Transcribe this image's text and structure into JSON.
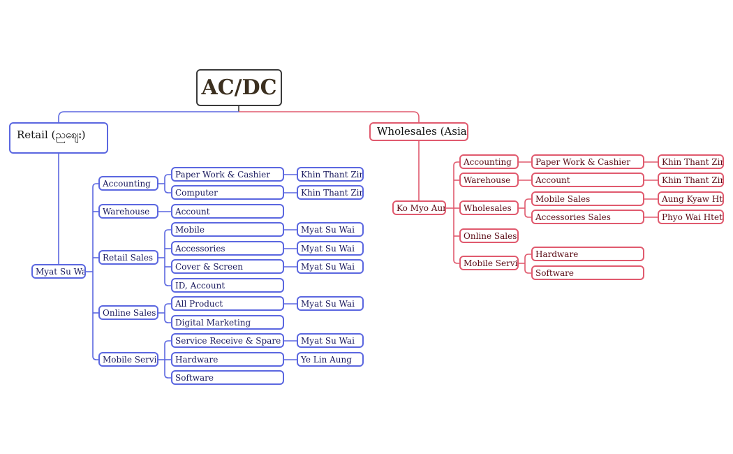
{
  "title": "AC/DC",
  "retail": {
    "label": "Retail (ညစျေး)",
    "manager": "Myat Su Wai",
    "departments": [
      {
        "name": "Accounting",
        "items": [
          {
            "task": "Paper Work & Cashier",
            "person": "Khin Thant Zin"
          },
          {
            "task": "Computer",
            "person": "Khin Thant Zin"
          }
        ]
      },
      {
        "name": "Warehouse",
        "items": [
          {
            "task": "Account",
            "person": ""
          }
        ]
      },
      {
        "name": "Retail Sales",
        "items": [
          {
            "task": "Mobile",
            "person": "Myat Su Wai"
          },
          {
            "task": "Accessories",
            "person": "Myat Su Wai"
          },
          {
            "task": "Cover & Screen",
            "person": "Myat Su Wai"
          },
          {
            "task": "ID, Account",
            "person": ""
          }
        ]
      },
      {
        "name": "Online Sales",
        "items": [
          {
            "task": "All Product",
            "person": "Myat Su Wai"
          },
          {
            "task": "Digital Marketing",
            "person": ""
          }
        ]
      },
      {
        "name": "Mobile Service",
        "items": [
          {
            "task": "Service Receive & Spare Parts",
            "person": "Myat Su Wai"
          },
          {
            "task": "Hardware",
            "person": "Ye Lin Aung"
          },
          {
            "task": "Software",
            "person": ""
          }
        ]
      }
    ]
  },
  "wholesales": {
    "label": "Wholesales (Asia)",
    "manager": "Ko Myo Aung",
    "departments": [
      {
        "name": "Accounting",
        "items": [
          {
            "task": "Paper Work & Cashier",
            "person": "Khin Thant Zin"
          }
        ]
      },
      {
        "name": "Warehouse",
        "items": [
          {
            "task": "Account",
            "person": "Khin Thant Zin"
          }
        ]
      },
      {
        "name": "Wholesales",
        "items": [
          {
            "task": "Mobile Sales",
            "person": "Aung Kyaw Htay"
          },
          {
            "task": "Accessories Sales",
            "person": "Phyo Wai Htet"
          }
        ]
      },
      {
        "name": "Online Sales",
        "items": []
      },
      {
        "name": "Mobile Service",
        "items": [
          {
            "task": "Hardware",
            "person": ""
          },
          {
            "task": "Software",
            "person": ""
          }
        ]
      }
    ]
  },
  "colors": {
    "retail": "#5b67e0",
    "wholesales": "#e05a6e",
    "root": "#3a3a3a"
  }
}
